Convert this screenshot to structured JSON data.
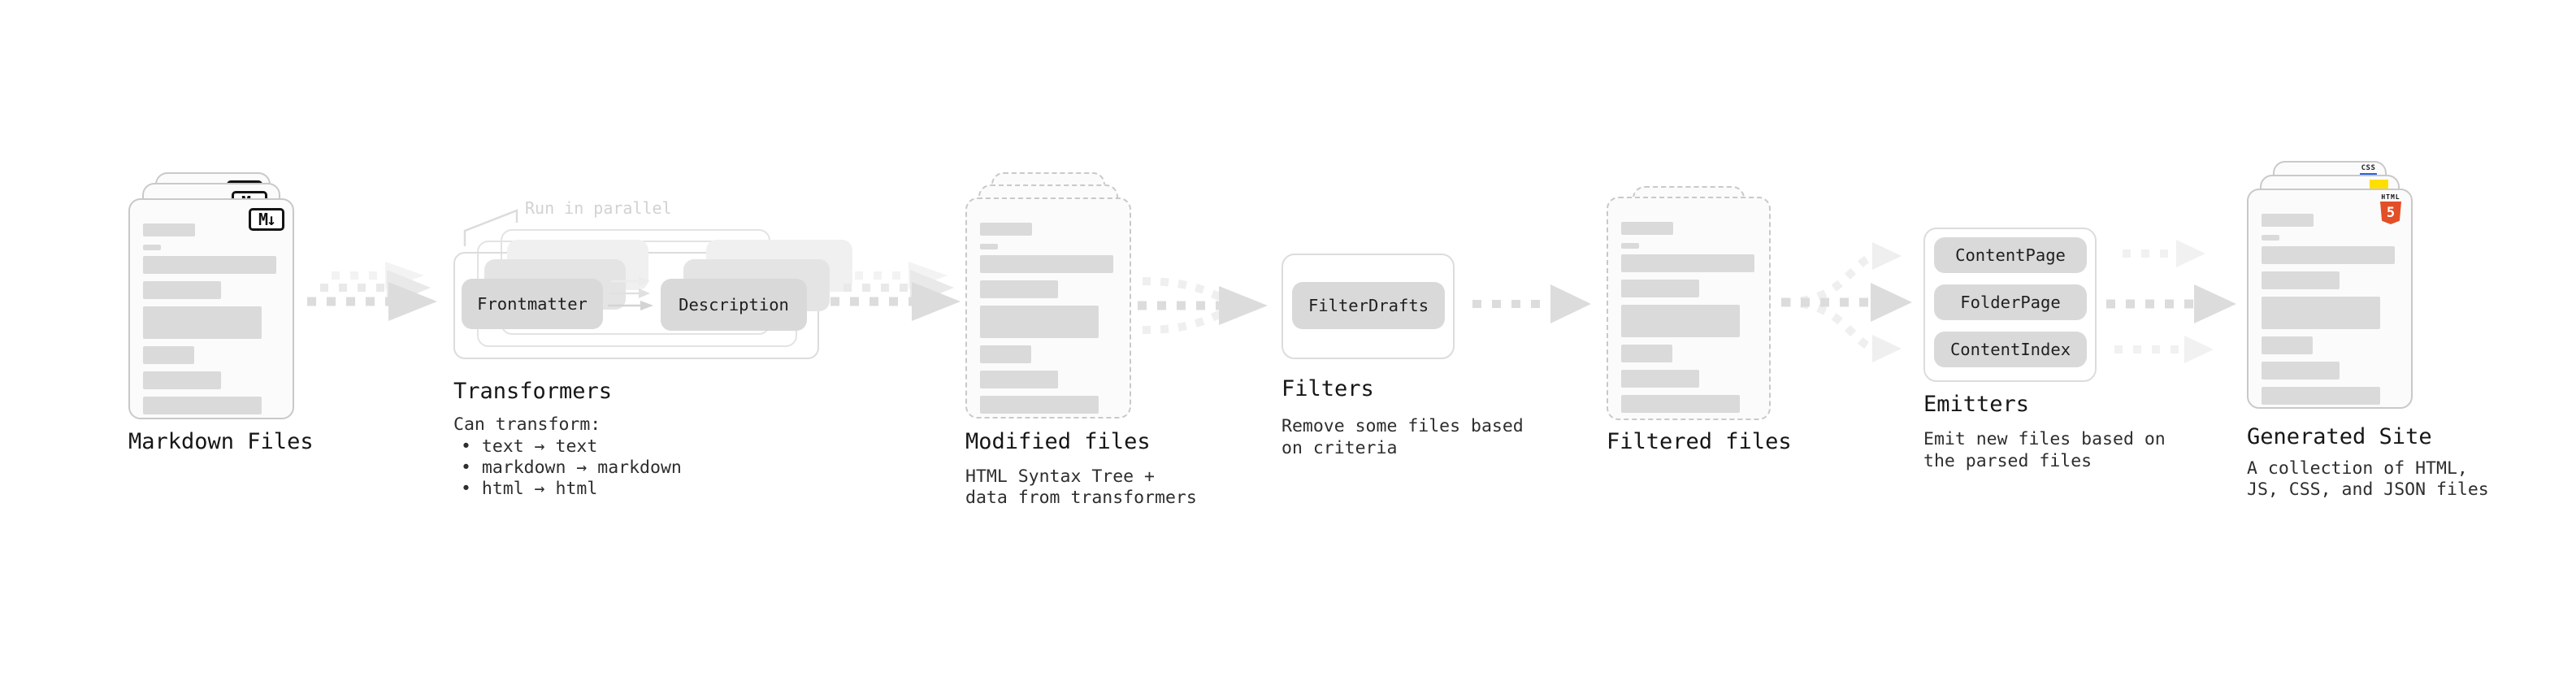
{
  "colors": {
    "background": "#ffffff",
    "card_fill": "#fbfbfb",
    "card_border": "#c9c9c9",
    "bar_fill": "#dadada",
    "pill_fill": "#d9d9d9",
    "outline_box_border": "#e0e0e0",
    "arrow_dark": "#dcdcdc",
    "arrow_light": "#efefef",
    "text_primary": "#1c1c1c",
    "text_secondary": "#2e2e2e",
    "annotation_gray": "#d2d2d2",
    "html5_orange": "#e34f26",
    "js_yellow": "#ffdf00",
    "css_blue": "#2760e6"
  },
  "stages": {
    "markdown_files": {
      "title": "Markdown Files"
    },
    "transformers": {
      "title": "Transformers",
      "annotation": "Run in parallel",
      "pills": [
        "Frontmatter",
        "Description"
      ],
      "subtitle": "Can transform:",
      "bullets": [
        "• text → text",
        "• markdown → markdown",
        "• html → html"
      ]
    },
    "modified_files": {
      "title": "Modified files",
      "subtitle_lines": [
        "HTML Syntax Tree +",
        "data from transformers"
      ]
    },
    "filters": {
      "title": "Filters",
      "pills": [
        "FilterDrafts"
      ],
      "subtitle_lines": [
        "Remove some files based",
        "on criteria"
      ]
    },
    "filtered_files": {
      "title": "Filtered files"
    },
    "emitters": {
      "title": "Emitters",
      "pills": [
        "ContentPage",
        "FolderPage",
        "ContentIndex"
      ],
      "subtitle_lines": [
        "Emit new files based on",
        "the parsed files"
      ]
    },
    "generated_site": {
      "title": "Generated Site",
      "subtitle_lines": [
        "A collection of HTML,",
        "JS, CSS, and JSON files"
      ]
    }
  },
  "icons": {
    "markdown_glyph": "M↓",
    "html5_text": "HTML",
    "html5_numeral": "5",
    "css_text": "CSS"
  }
}
